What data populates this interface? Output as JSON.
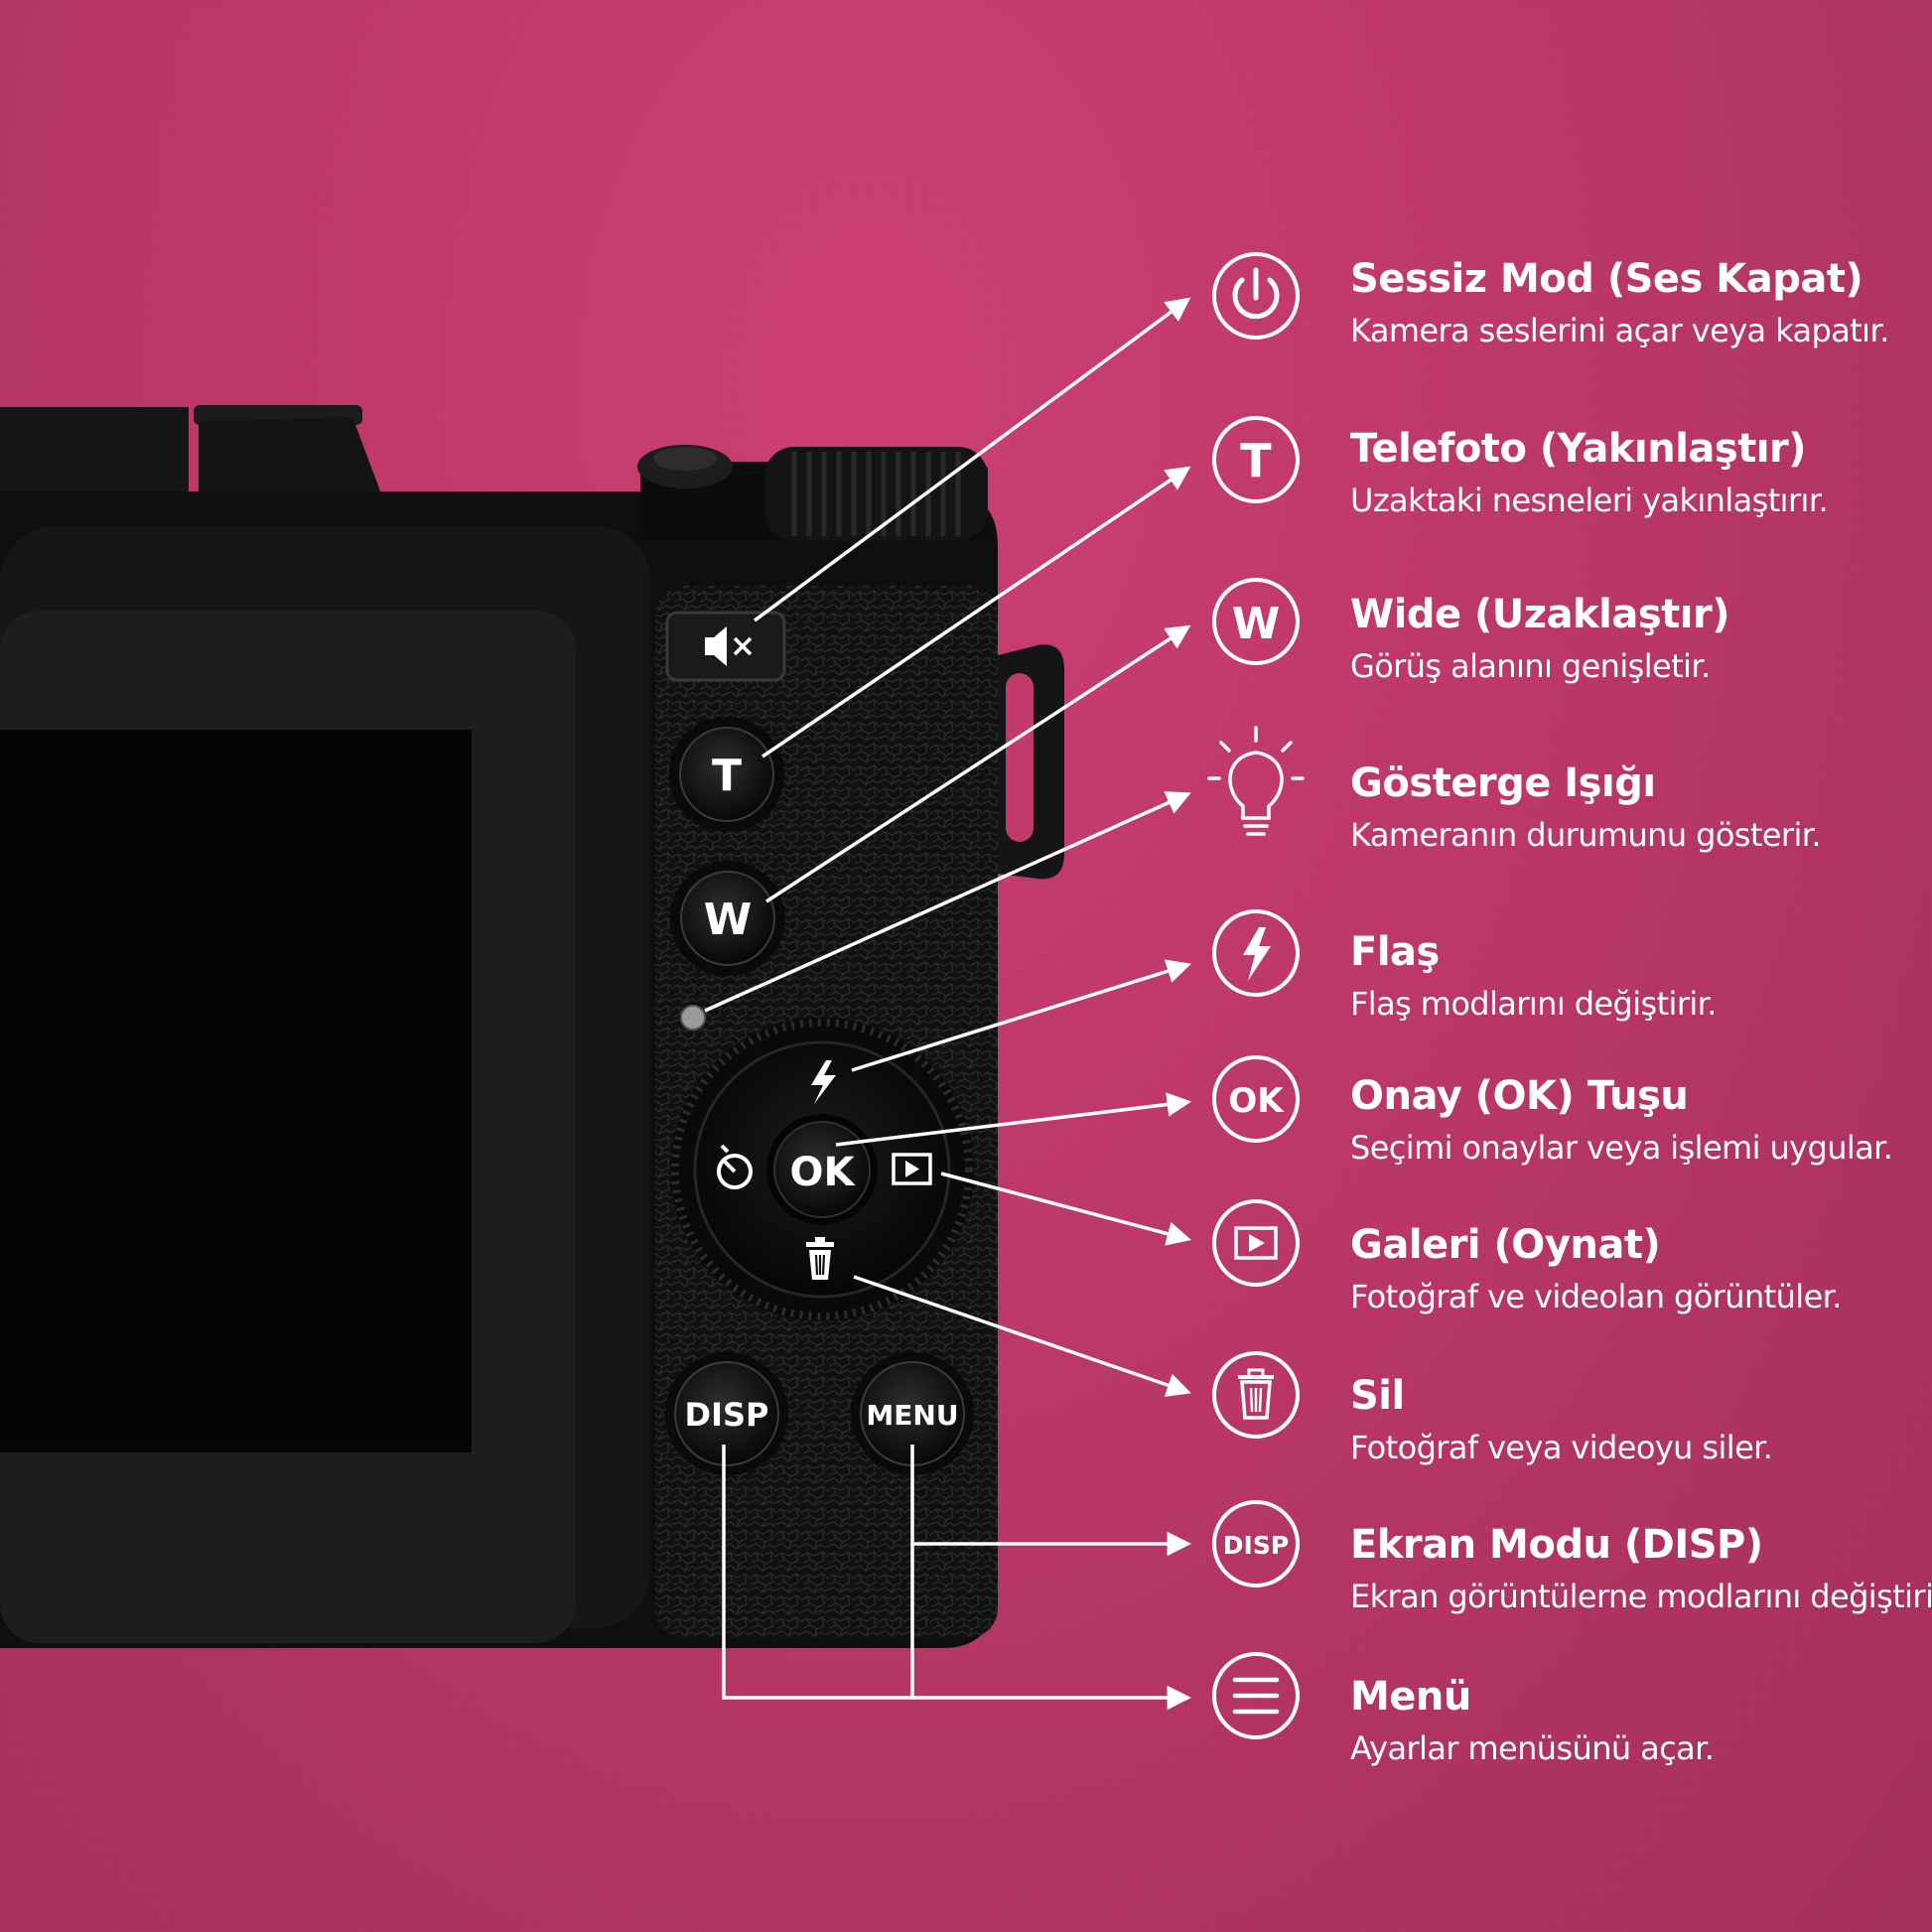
{
  "accent_color": "#c03b6c",
  "camera": {
    "buttons": {
      "tele": "T",
      "wide": "W",
      "ok": "OK",
      "disp": "DISP",
      "menu": "MENU"
    }
  },
  "features": [
    {
      "id": "mute",
      "icon": "power-icon",
      "title": "Sessiz Mod (Ses Kapat)",
      "desc": "Kamera seslerini açar veya kapatır."
    },
    {
      "id": "tele",
      "icon": "t-letter-icon",
      "icon_text": "T",
      "title": "Telefoto (Yakınlaştır)",
      "desc": "Uzaktaki nesneleri yakınlaştırır."
    },
    {
      "id": "wide",
      "icon": "w-letter-icon",
      "icon_text": "W",
      "title": "Wide (Uzaklaştır)",
      "desc": "Görüş alanını genişletir."
    },
    {
      "id": "indicator",
      "icon": "lightbulb-icon",
      "title": "Gösterge Işığı",
      "desc": "Kameranın durumunu gösterir."
    },
    {
      "id": "flash",
      "icon": "flash-icon",
      "title": "Flaş",
      "desc": "Flaş modlarını değiştirir."
    },
    {
      "id": "ok",
      "icon": "ok-icon",
      "icon_text": "OK",
      "title": "Onay (OK) Tuşu",
      "desc": "Seçimi onaylar veya işlemi uygular."
    },
    {
      "id": "gallery",
      "icon": "play-icon",
      "title": "Galeri (Oynat)",
      "desc": "Fotoğraf ve videolan görüntüler."
    },
    {
      "id": "delete",
      "icon": "trash-icon",
      "title": "Sil",
      "desc": "Fotoğraf veya videoyu siler."
    },
    {
      "id": "disp",
      "icon": "disp-icon",
      "icon_text": "DISP",
      "title": "Ekran Modu (DISP)",
      "desc": "Ekran görüntülerne modlarını değiştirir."
    },
    {
      "id": "menu",
      "icon": "menu-icon",
      "title": "Menü",
      "desc": "Ayarlar menüsünü açar."
    }
  ]
}
